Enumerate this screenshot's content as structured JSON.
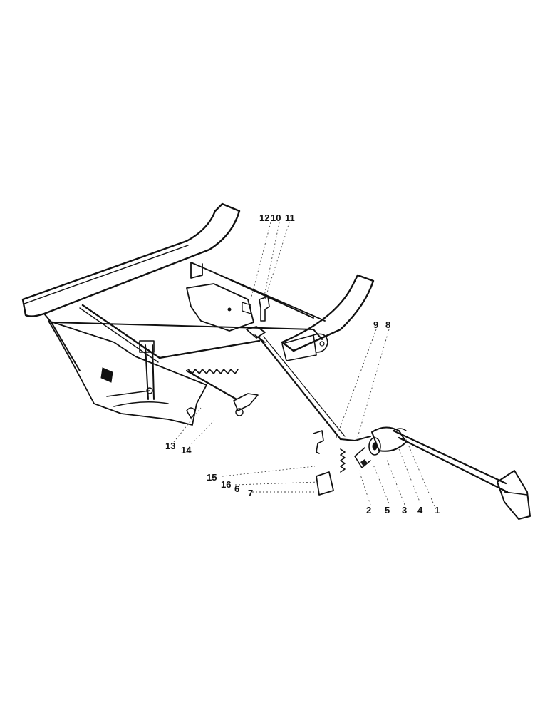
{
  "callouts": {
    "c12": "12",
    "c10": "10",
    "c11": "11",
    "c9": "9",
    "c8": "8",
    "c13": "13",
    "c14": "14",
    "c15": "15",
    "c16": "16",
    "c6": "6",
    "c7": "7",
    "c2": "2",
    "c5": "5",
    "c3": "3",
    "c4": "4",
    "c1": "1"
  },
  "colors": {
    "ink": "#111111",
    "background": "#ffffff"
  }
}
